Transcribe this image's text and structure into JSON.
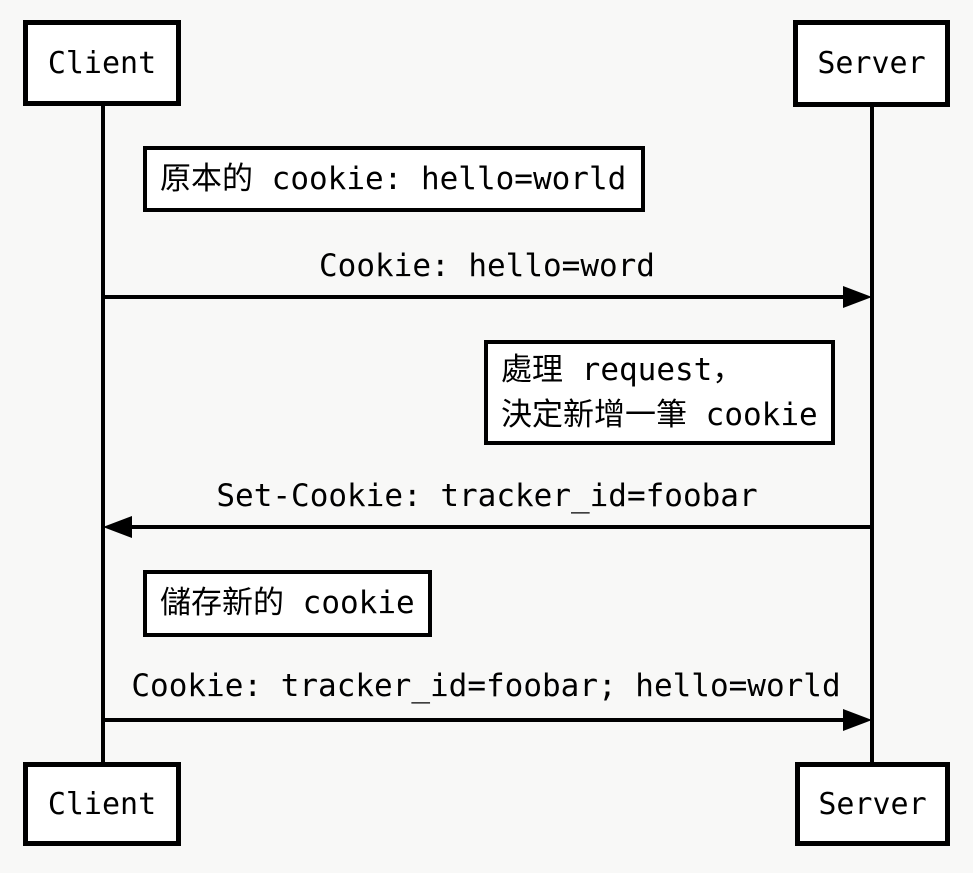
{
  "diagram": {
    "kind": "sequence-diagram",
    "colors": {
      "background": "#f8f8f7",
      "stroke": "#000000",
      "box_fill": "#ffffff"
    }
  },
  "actors": {
    "client": "Client",
    "server": "Server"
  },
  "notes": [
    {
      "side": "client",
      "lines": [
        "原本的 cookie: hello=world"
      ]
    },
    {
      "side": "server",
      "lines": [
        "處理 request，",
        "決定新增一筆 cookie"
      ]
    },
    {
      "side": "client",
      "lines": [
        "儲存新的 cookie"
      ]
    }
  ],
  "messages": [
    {
      "label": "Cookie: hello=word",
      "direction": "client-to-server"
    },
    {
      "label": "Set-Cookie: tracker_id=foobar",
      "direction": "server-to-client"
    },
    {
      "label": "Cookie: tracker_id=foobar; hello=world",
      "direction": "client-to-server"
    }
  ]
}
